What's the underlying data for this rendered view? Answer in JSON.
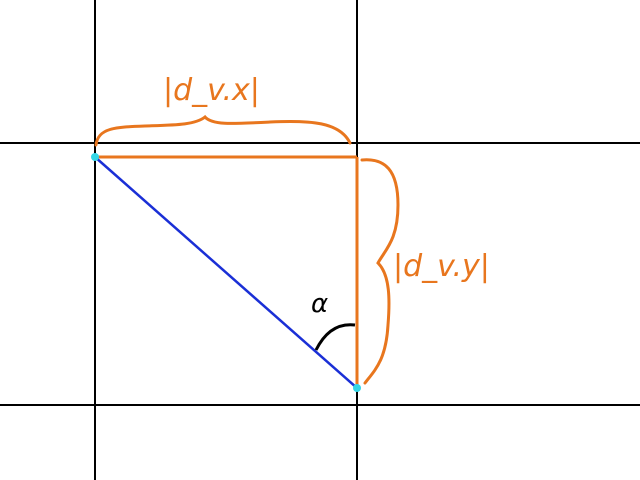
{
  "labels": {
    "dx": "|d_v.x|",
    "dy": "|d_v.y|",
    "angle": "α"
  },
  "colors": {
    "background": "#ffffff",
    "grid": "#000000",
    "orange": "#e8761e",
    "blue": "#1a2fd6",
    "point": "#33d6e6",
    "arc": "#000000"
  }
}
